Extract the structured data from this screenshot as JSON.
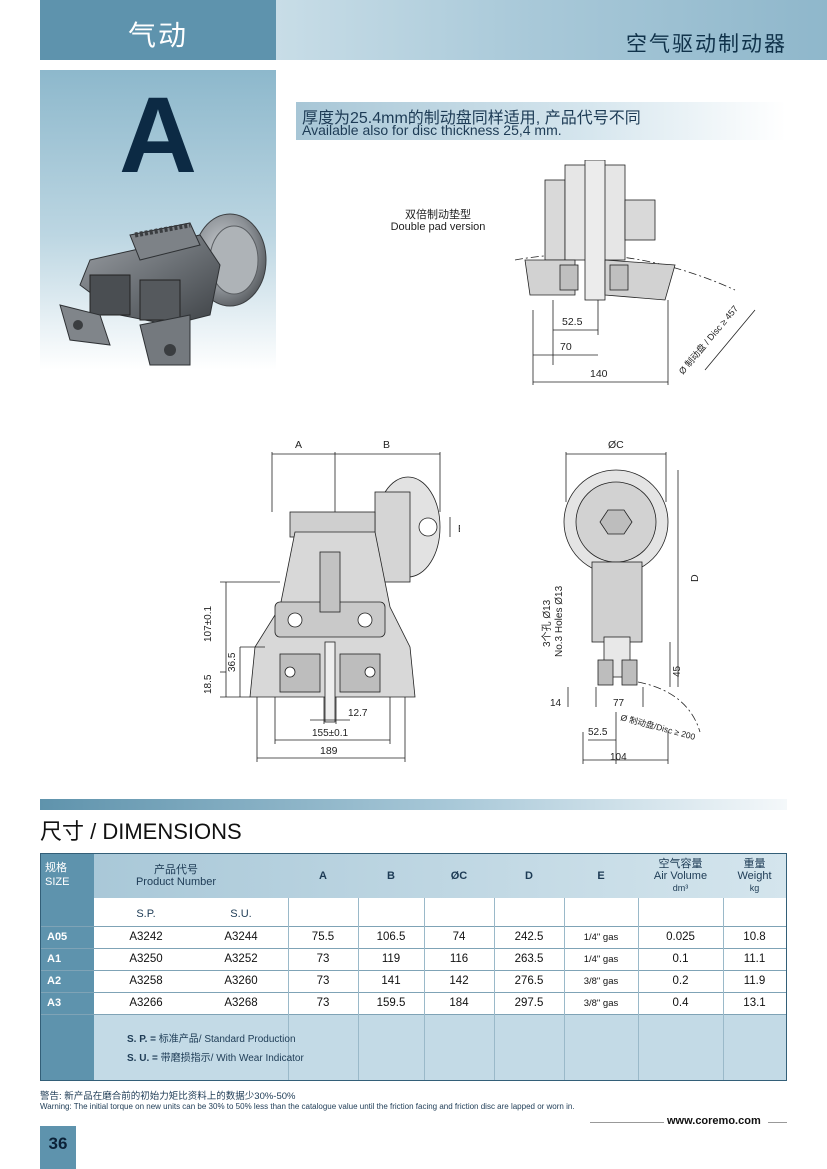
{
  "header": {
    "left_title": "气动",
    "right_title": "空气驱动制动器"
  },
  "model_letter": "A",
  "note": {
    "cn": "厚度为25.4mm的制动盘同样适用, 产品代号不同",
    "en": "Available also for disc thickness 25,4 mm."
  },
  "double_pad": {
    "cn": "双倍制动垫型",
    "en": "Double pad version"
  },
  "drawing_labels": {
    "top_52_5": "52.5",
    "top_70": "70",
    "top_140": "140",
    "top_disc": "Ø 制动盘 / Disc ≥ 457",
    "front_A": "A",
    "front_B": "B",
    "front_E": "E",
    "front_107": "107±0.1",
    "front_36_5": "36.5",
    "front_18_5": "18.5",
    "front_12_7": "12.7",
    "front_155": "155±0.1",
    "front_189": "189",
    "side_C": "ØC",
    "side_D": "D",
    "side_holes_cn": "3个孔 Ø13",
    "side_holes_en": "No.3 Holes Ø13",
    "side_45": "45",
    "side_14": "14",
    "side_77": "77",
    "side_disc": "Ø 制动盘/Disc ≥ 200",
    "side_52_5": "52.5",
    "side_104": "104"
  },
  "dimensions": {
    "title": "尺寸 / DIMENSIONS",
    "headers": {
      "size_cn": "规格",
      "size_en": "SIZE",
      "product_cn": "产品代号",
      "product_en": "Product Number",
      "A": "A",
      "B": "B",
      "C": "ØC",
      "D": "D",
      "E": "E",
      "air_cn": "空气容量",
      "air_en": "Air Volume",
      "air_unit": "dm³",
      "weight_cn": "重量",
      "weight_en": "Weight",
      "weight_unit": "kg",
      "sp": "S.P.",
      "su": "S.U."
    },
    "rows": [
      {
        "size": "A05",
        "sp": "A3242",
        "su": "A3244",
        "A": "75.5",
        "B": "106.5",
        "C": "74",
        "D": "242.5",
        "E": "1/4\" gas",
        "air": "0.025",
        "weight": "10.8"
      },
      {
        "size": "A1",
        "sp": "A3250",
        "su": "A3252",
        "A": "73",
        "B": "119",
        "C": "116",
        "D": "263.5",
        "E": "1/4\" gas",
        "air": "0.1",
        "weight": "11.1"
      },
      {
        "size": "A2",
        "sp": "A3258",
        "su": "A3260",
        "A": "73",
        "B": "141",
        "C": "142",
        "D": "276.5",
        "E": "3/8\" gas",
        "air": "0.2",
        "weight": "11.9"
      },
      {
        "size": "A3",
        "sp": "A3266",
        "su": "A3268",
        "A": "73",
        "B": "159.5",
        "C": "184",
        "D": "297.5",
        "E": "3/8\" gas",
        "air": "0.4",
        "weight": "13.1"
      }
    ],
    "legend": {
      "sp_key": "S. P. =",
      "sp_text": "标准产品/ Standard Production",
      "su_key": "S. U. =",
      "su_text": "带磨损指示/ With Wear Indicator"
    }
  },
  "warning": {
    "cn": "警告: 新产品在磨合前的初始力矩比资料上的数据少30%-50%",
    "en": "Warning: The initial torque on new units can be 30% to 50% less than the catalogue value until the friction facing and friction disc are lapped or worn in."
  },
  "footer": {
    "url": "www.coremo.com",
    "page": "36"
  }
}
